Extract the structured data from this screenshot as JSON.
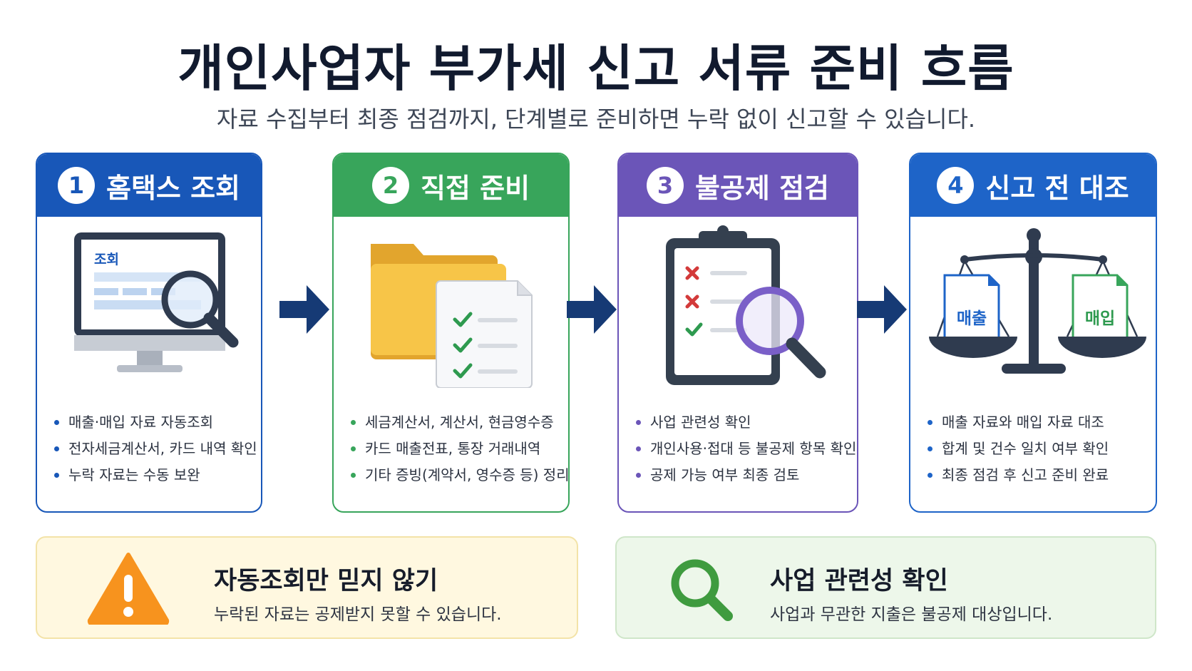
{
  "title": "개인사업자 부가세 신고 서류 준비 흐름",
  "subtitle": "자료 수집부터 최종 점검까지, 단계별로 준비하면 누락 없이 신고할 수 있습니다.",
  "colors": {
    "step1": "#1857b8",
    "step2": "#38a55b",
    "step3": "#6b55b8",
    "step4": "#1e64c8",
    "arrow": "#163a75",
    "warning_bg": "#fff8e0",
    "check_bg": "#edf7ea"
  },
  "steps": [
    {
      "number": "1",
      "title": "홈택스 조회",
      "screen_label": "조회",
      "icon": "monitor-magnifier-icon",
      "items": [
        "매출·매입 자료 자동조회",
        "전자세금계산서, 카드 내역 확인",
        "누락 자료는 수동 보완"
      ]
    },
    {
      "number": "2",
      "title": "직접 준비",
      "icon": "folder-checklist-icon",
      "items": [
        "세금계산서, 계산서, 현금영수증",
        "카드 매출전표, 통장 거래내역",
        "기타 증빙(계약서, 영수증 등) 정리"
      ]
    },
    {
      "number": "3",
      "title": "불공제 점검",
      "icon": "clipboard-magnifier-icon",
      "items": [
        "사업 관련성 확인",
        "개인사용·접대 등 불공제 항목 확인",
        "공제 가능 여부 최종 검토"
      ]
    },
    {
      "number": "4",
      "title": "신고 전 대조",
      "icon": "balance-scale-icon",
      "left_doc": "매출",
      "right_doc": "매입",
      "items": [
        "매출 자료와 매입 자료 대조",
        "합계 및 건수 일치 여부 확인",
        "최종 점검 후 신고 준비 완료"
      ]
    }
  ],
  "notes": [
    {
      "icon": "warning-icon",
      "title": "자동조회만 믿지 않기",
      "text": "누락된 자료는 공제받지 못할 수 있습니다."
    },
    {
      "icon": "search-icon",
      "title": "사업 관련성 확인",
      "text": "사업과 무관한 지출은 불공제 대상입니다."
    }
  ]
}
